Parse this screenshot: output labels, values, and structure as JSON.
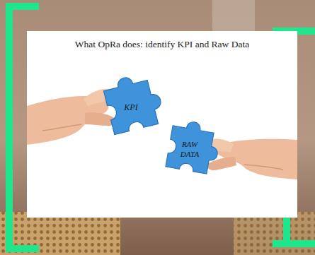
{
  "diagram": {
    "title": "What OpRa does: identify KPI and Raw Data",
    "nodes": [
      {
        "text": [
          "KPI"
        ]
      },
      {
        "text": [
          "RAW DATA"
        ]
      }
    ]
  }
}
